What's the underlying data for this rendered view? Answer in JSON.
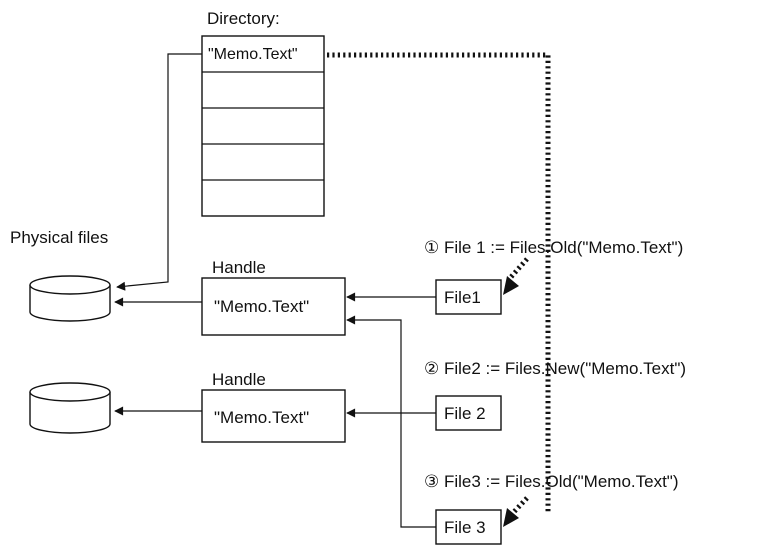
{
  "directory": {
    "label": "Directory:",
    "entries": [
      "\"Memo.Text\"",
      "",
      "",
      "",
      "",
      ""
    ]
  },
  "physical_files_label": "Physical files",
  "handles": [
    {
      "label": "Handle",
      "name": "\"Memo.Text\""
    },
    {
      "label": "Handle",
      "name": "\"Memo.Text\""
    }
  ],
  "files": [
    "File1",
    "File 2",
    "File 3"
  ],
  "steps": [
    "① File 1 := Files.Old(\"Memo.Text\")",
    "② File2 := Files.New(\"Memo.Text\")",
    "③ File3 := Files.Old(\"Memo.Text\")"
  ]
}
